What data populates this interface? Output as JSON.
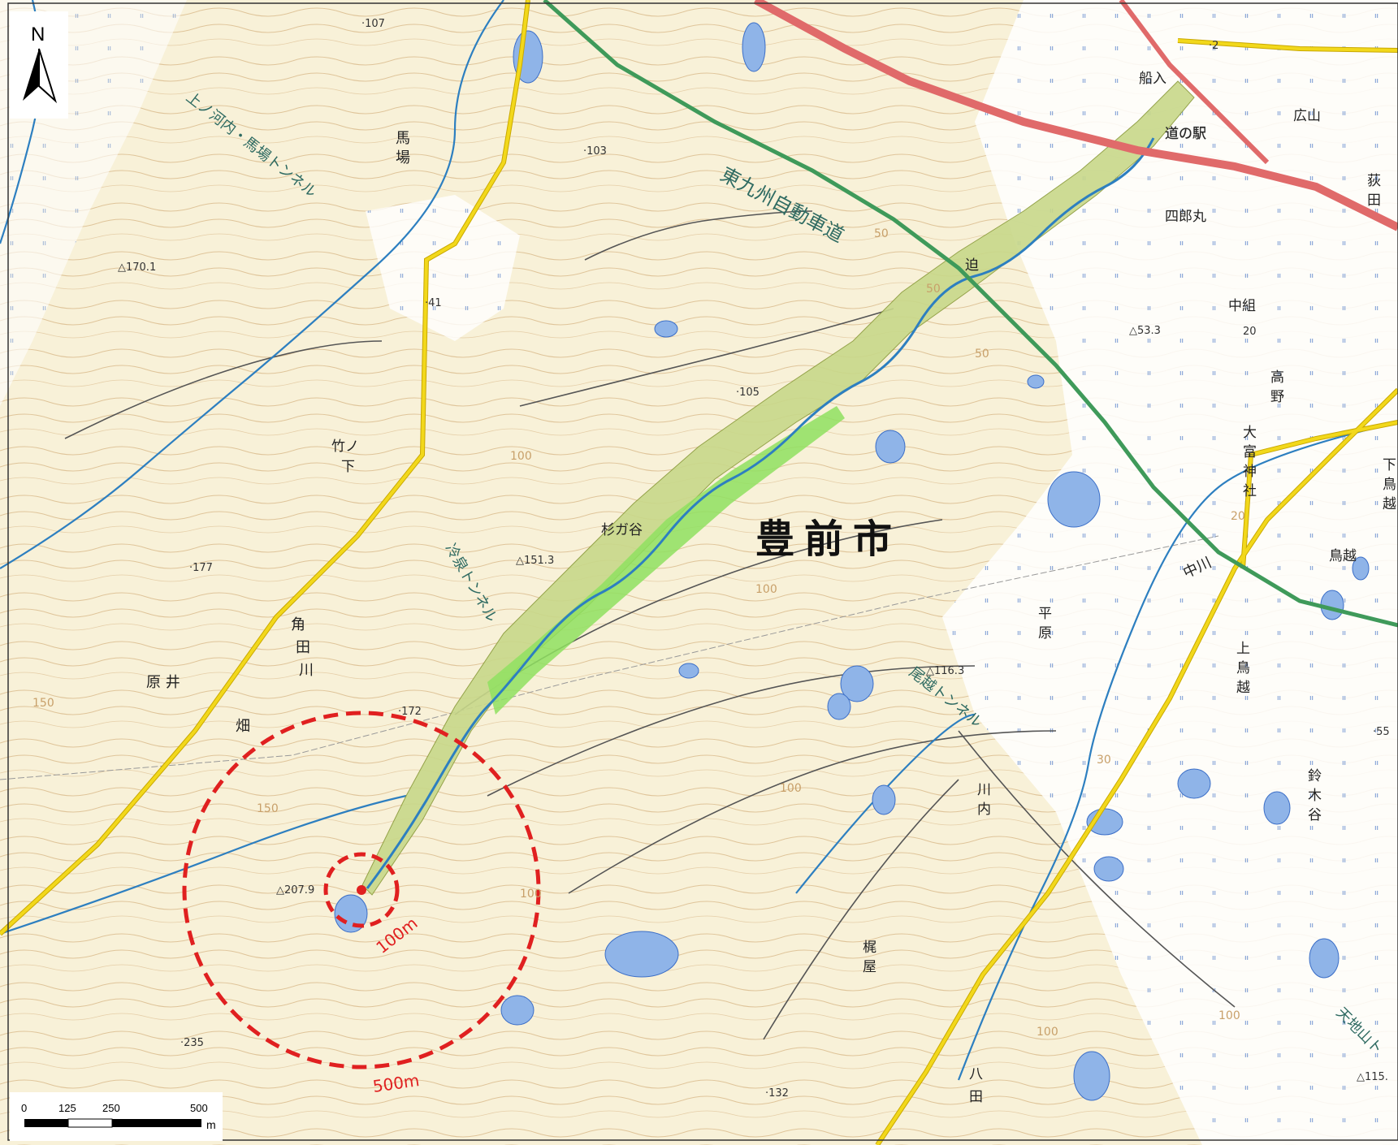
{
  "north": {
    "label": "N"
  },
  "scale": {
    "ticks": [
      "0",
      "125",
      "250",
      "500"
    ],
    "unit": "m"
  },
  "buffers": {
    "inner_label": "100m",
    "outer_label": "500m"
  },
  "city": "豊前市",
  "highway": "東九州自動車道",
  "tunnels": {
    "kamikouchi": "上ノ河内・馬場トンネル",
    "reisen": "冷泉トンネル",
    "okoshi": "尾越トンネル",
    "amachiyama": "天地山ト"
  },
  "river": {
    "line1": "角",
    "line2": "田",
    "line3": "川"
  },
  "river2": "中川",
  "places": {
    "baba_1": "馬",
    "baba_2": "場",
    "takenoshita_1": "竹ノ",
    "takenoshita_2": "下",
    "harai": "原 井",
    "hata": "畑",
    "sugigaya": "杉ガ谷",
    "hirahara_1": "平",
    "hirahara_2": "原",
    "kawachi_1": "川",
    "kawachi_2": "内",
    "kajiya_1": "梶",
    "kajiya_2": "屋",
    "hatta_1": "八",
    "hatta_2": "田",
    "funairi": "船入",
    "hiroyama": "広山",
    "ogita_1": "荻",
    "ogita_2": "田",
    "shiromaru": "四郎丸",
    "michinoeki": "道の駅",
    "sako": "迫",
    "nakagumi": "中組",
    "takano_1": "高",
    "takano_2": "野",
    "omiya_1": "大",
    "omiya_2": "富",
    "omiya_3": "神",
    "omiya_4": "社",
    "torigoe": "鳥越",
    "shimotorigoe_1": "下",
    "shimotorigoe_2": "鳥",
    "shimotorigoe_3": "越",
    "kamitorigoe_1": "上",
    "kamitorigoe_2": "鳥",
    "kamitorigoe_3": "越",
    "suzukidani_1": "鈴",
    "suzukidani_2": "木",
    "suzukidani_3": "谷"
  },
  "elevations": {
    "e107": "·107",
    "e103": "·103",
    "e1701": "△170.1",
    "e41": "·41",
    "e105": "·105",
    "e533": "△53.3",
    "e20": "20",
    "e177": "·177",
    "e1513": "△151.3",
    "e1163": "△116.3",
    "e172": "·172",
    "e2079": "△207.9",
    "e235": "·235",
    "e132": "·132",
    "e55": "·55",
    "e115": "△115.",
    "e2": "·2"
  },
  "contours": {
    "c50a": "50",
    "c50b": "50",
    "c50c": "50",
    "c100a": "100",
    "c100b": "100",
    "c100c": "100",
    "c100d": "100",
    "c150a": "150",
    "c150b": "150",
    "c30": "30",
    "c20": "20",
    "c100e": "100",
    "c100f": "100"
  },
  "colors": {
    "map_background": "#f8f1d8",
    "contour": "#d9b98a",
    "road_yellow": "#f2d81b",
    "road_red": "#e06a6a",
    "highway_green": "#3f9a5a",
    "water": "#8fb4e8",
    "flood_zone": "#c8d88a",
    "flood_bright": "#8fe060",
    "stream": "#2d7fc0",
    "buffer_red": "#e02020"
  }
}
